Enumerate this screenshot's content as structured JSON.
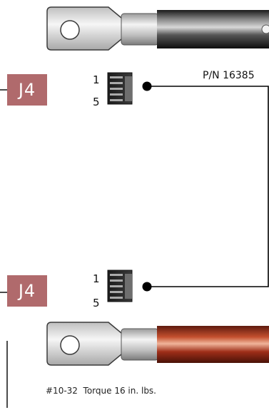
{
  "part_number": "P/N 16385",
  "connectors": [
    {
      "label": "J4",
      "pin_top": "1",
      "pin_bottom": "5"
    },
    {
      "label": "J4",
      "pin_top": "1",
      "pin_bottom": "5"
    }
  ],
  "caption": "#10-32  Torque 16 in. lbs.",
  "colors": {
    "connector_tag": "#b06a6c",
    "black_cable": "#2a2a2a",
    "red_cable": "#a8321f",
    "ferrule": "#cfcfcf",
    "lug": "#e8e8e8"
  },
  "icons": [
    "ring-terminal-lug-icon",
    "header-connector-icon"
  ]
}
